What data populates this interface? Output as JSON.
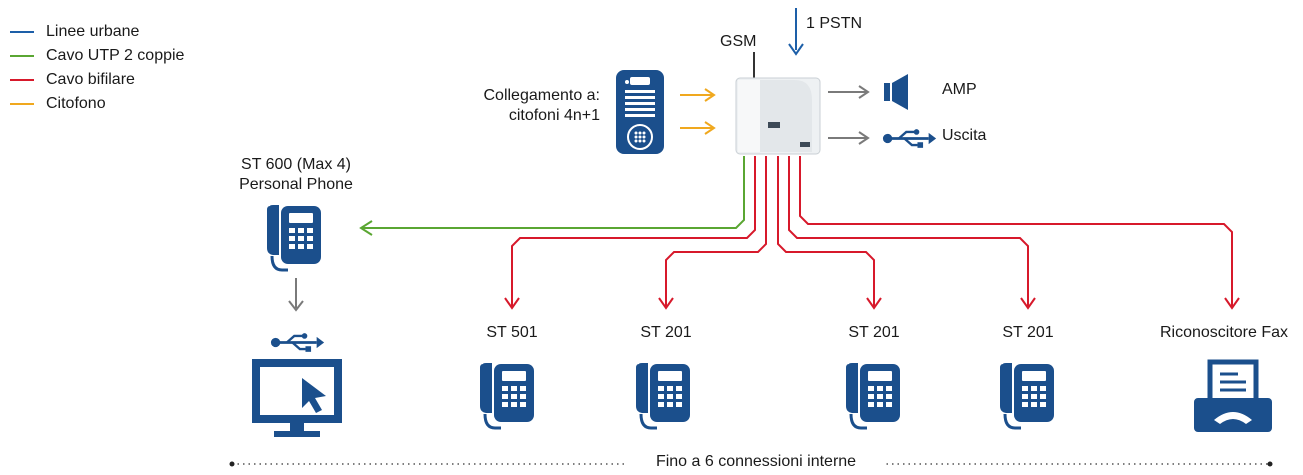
{
  "legend": [
    {
      "label": "Linee urbane",
      "color": "#1d5fa8"
    },
    {
      "label": "Cavo UTP 2 coppie",
      "color": "#5aa632"
    },
    {
      "label": "Cavo bifilare",
      "color": "#d7192b"
    },
    {
      "label": "Citofono",
      "color": "#f0a81e"
    }
  ],
  "labels": {
    "pstn": "1 PSTN",
    "gsm": "GSM",
    "amp": "AMP",
    "uscita": "Uscita",
    "collegamento_line1": "Collegamento a:",
    "collegamento_line2": "citofoni 4n+1",
    "st600_line1": "ST 600 (Max 4)",
    "st600_line2": "Personal Phone",
    "st501": "ST 501",
    "st201_a": "ST 201",
    "st201_b": "ST 201",
    "st201_c": "ST 201",
    "fax": "Riconoscitore Fax"
  },
  "footer": "Fino a 6 connessioni interne",
  "colors": {
    "device_blue": "#1b4f8c",
    "arrow_gray": "#7a7a7a"
  },
  "icons": [
    "intercom-icon",
    "pbx-unit-icon",
    "speaker-icon",
    "usb-icon",
    "desk-phone-icon",
    "monitor-icon",
    "fax-icon"
  ]
}
